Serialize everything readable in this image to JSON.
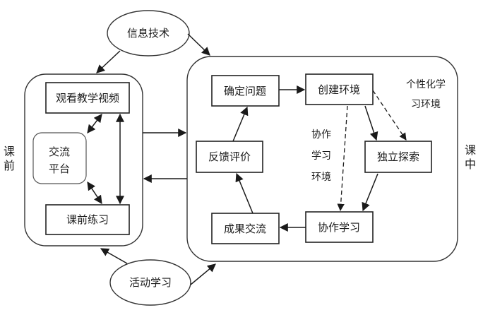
{
  "diagram": {
    "ellipses": {
      "info_tech": "信息技术",
      "activity_learning": "活动学习"
    },
    "phase_labels": {
      "pre_class": [
        "课",
        "前"
      ],
      "in_class": [
        "课",
        "中"
      ]
    },
    "pre_class": {
      "watch_video": "观看教学视频",
      "exchange_platform": [
        "交流",
        "平台"
      ],
      "pre_exercise": "课前练习"
    },
    "in_class": {
      "define_problem": "确定问题",
      "create_environment": "创建环境",
      "feedback_evaluation": "反馈评价",
      "independent_exploration": "独立探索",
      "result_exchange": "成果交流",
      "collaborative_learning": "协作学习"
    },
    "annotations": {
      "personalized_env": [
        "个性化学",
        "习环境"
      ],
      "collab_env": [
        "协作",
        "学习",
        "环境"
      ]
    },
    "edges": [
      {
        "from": "信息技术",
        "to": "课前",
        "style": "solid"
      },
      {
        "from": "信息技术",
        "to": "课中",
        "style": "solid"
      },
      {
        "from": "活动学习",
        "to": "课前",
        "style": "solid"
      },
      {
        "from": "活动学习",
        "to": "课中",
        "style": "solid"
      },
      {
        "from": "课前",
        "to": "课中",
        "style": "solid"
      },
      {
        "from": "课中",
        "to": "课前",
        "style": "solid"
      },
      {
        "from": "观看教学视频",
        "to": "交流平台",
        "style": "solid",
        "bidirectional": true
      },
      {
        "from": "交流平台",
        "to": "课前练习",
        "style": "solid",
        "bidirectional": true
      },
      {
        "from": "观看教学视频",
        "to": "课前练习",
        "style": "solid",
        "bidirectional": true
      },
      {
        "from": "确定问题",
        "to": "创建环境",
        "style": "solid"
      },
      {
        "from": "创建环境",
        "to": "独立探索",
        "style": "solid"
      },
      {
        "from": "创建环境",
        "to": "独立探索",
        "style": "dashed"
      },
      {
        "from": "创建环境",
        "to": "协作学习",
        "style": "dashed"
      },
      {
        "from": "独立探索",
        "to": "协作学习",
        "style": "solid"
      },
      {
        "from": "协作学习",
        "to": "成果交流",
        "style": "solid"
      },
      {
        "from": "成果交流",
        "to": "反馈评价",
        "style": "solid"
      },
      {
        "from": "反馈评价",
        "to": "确定问题",
        "style": "solid"
      }
    ]
  }
}
